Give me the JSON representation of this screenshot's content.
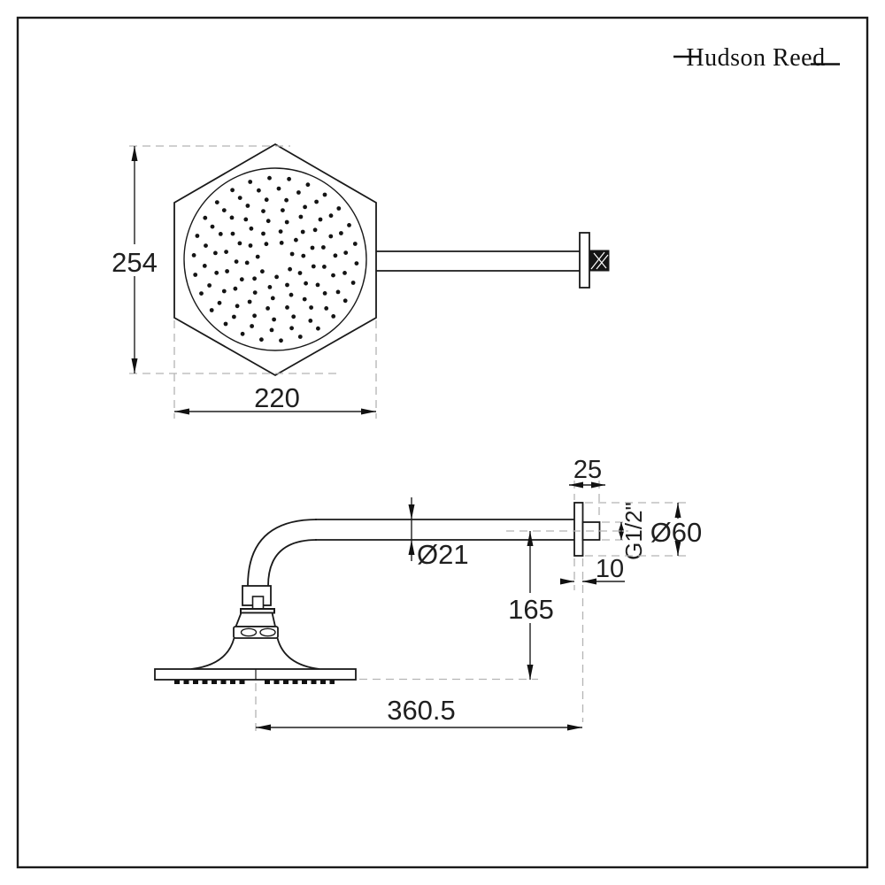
{
  "brand": {
    "name": "Hudson Reed"
  },
  "colors": {
    "line": "#1a1a1a",
    "dashed_guide": "#b4b4b4",
    "background": "#ffffff",
    "text": "#1f1f1f"
  },
  "top_view": {
    "dimensions": {
      "height": "254",
      "width": "220"
    },
    "spray_rings": [
      {
        "radius": 20,
        "count": 7
      },
      {
        "radius": 32,
        "count": 10
      },
      {
        "radius": 44,
        "count": 13
      },
      {
        "radius": 56,
        "count": 16
      },
      {
        "radius": 68,
        "count": 19
      },
      {
        "radius": 80,
        "count": 22
      },
      {
        "radius": 92,
        "count": 26
      }
    ]
  },
  "side_view": {
    "dimensions": {
      "wall_plate_projection": "25",
      "wall_plate_diameter": "Ø60",
      "thread_size": "G1/2\"",
      "wall_plate_thickness": "10",
      "arm_diameter": "Ø21",
      "head_drop": "165",
      "arm_reach": "360.5"
    }
  }
}
